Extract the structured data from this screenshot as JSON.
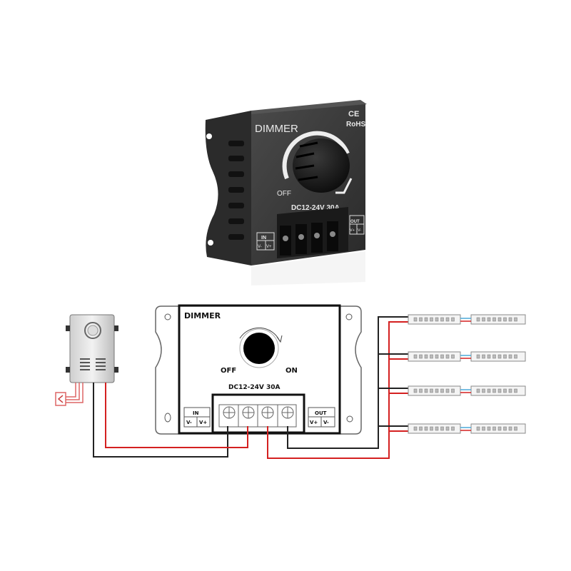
{
  "photo": {
    "title": "DIMMER",
    "ce_mark": "CE",
    "rohs": "RoHS",
    "off_label": "OFF",
    "rating": "DC12-24V 30A",
    "in_label": "IN",
    "in_terminals": [
      "V-",
      "V+"
    ],
    "out_label": "OUT",
    "out_terminals": [
      "V+",
      "V-"
    ]
  },
  "diagram": {
    "title": "DIMMER",
    "off_label": "OFF",
    "on_label": "ON",
    "rating": "DC12-24V 30A",
    "in_label": "IN",
    "in_terminals": [
      "V-",
      "V+"
    ],
    "out_label": "OUT",
    "out_terminals": [
      "V+",
      "V-"
    ],
    "colors": {
      "positive_wire": "#d42020",
      "negative_wire": "#222222"
    },
    "led_strip_rows": 4
  }
}
